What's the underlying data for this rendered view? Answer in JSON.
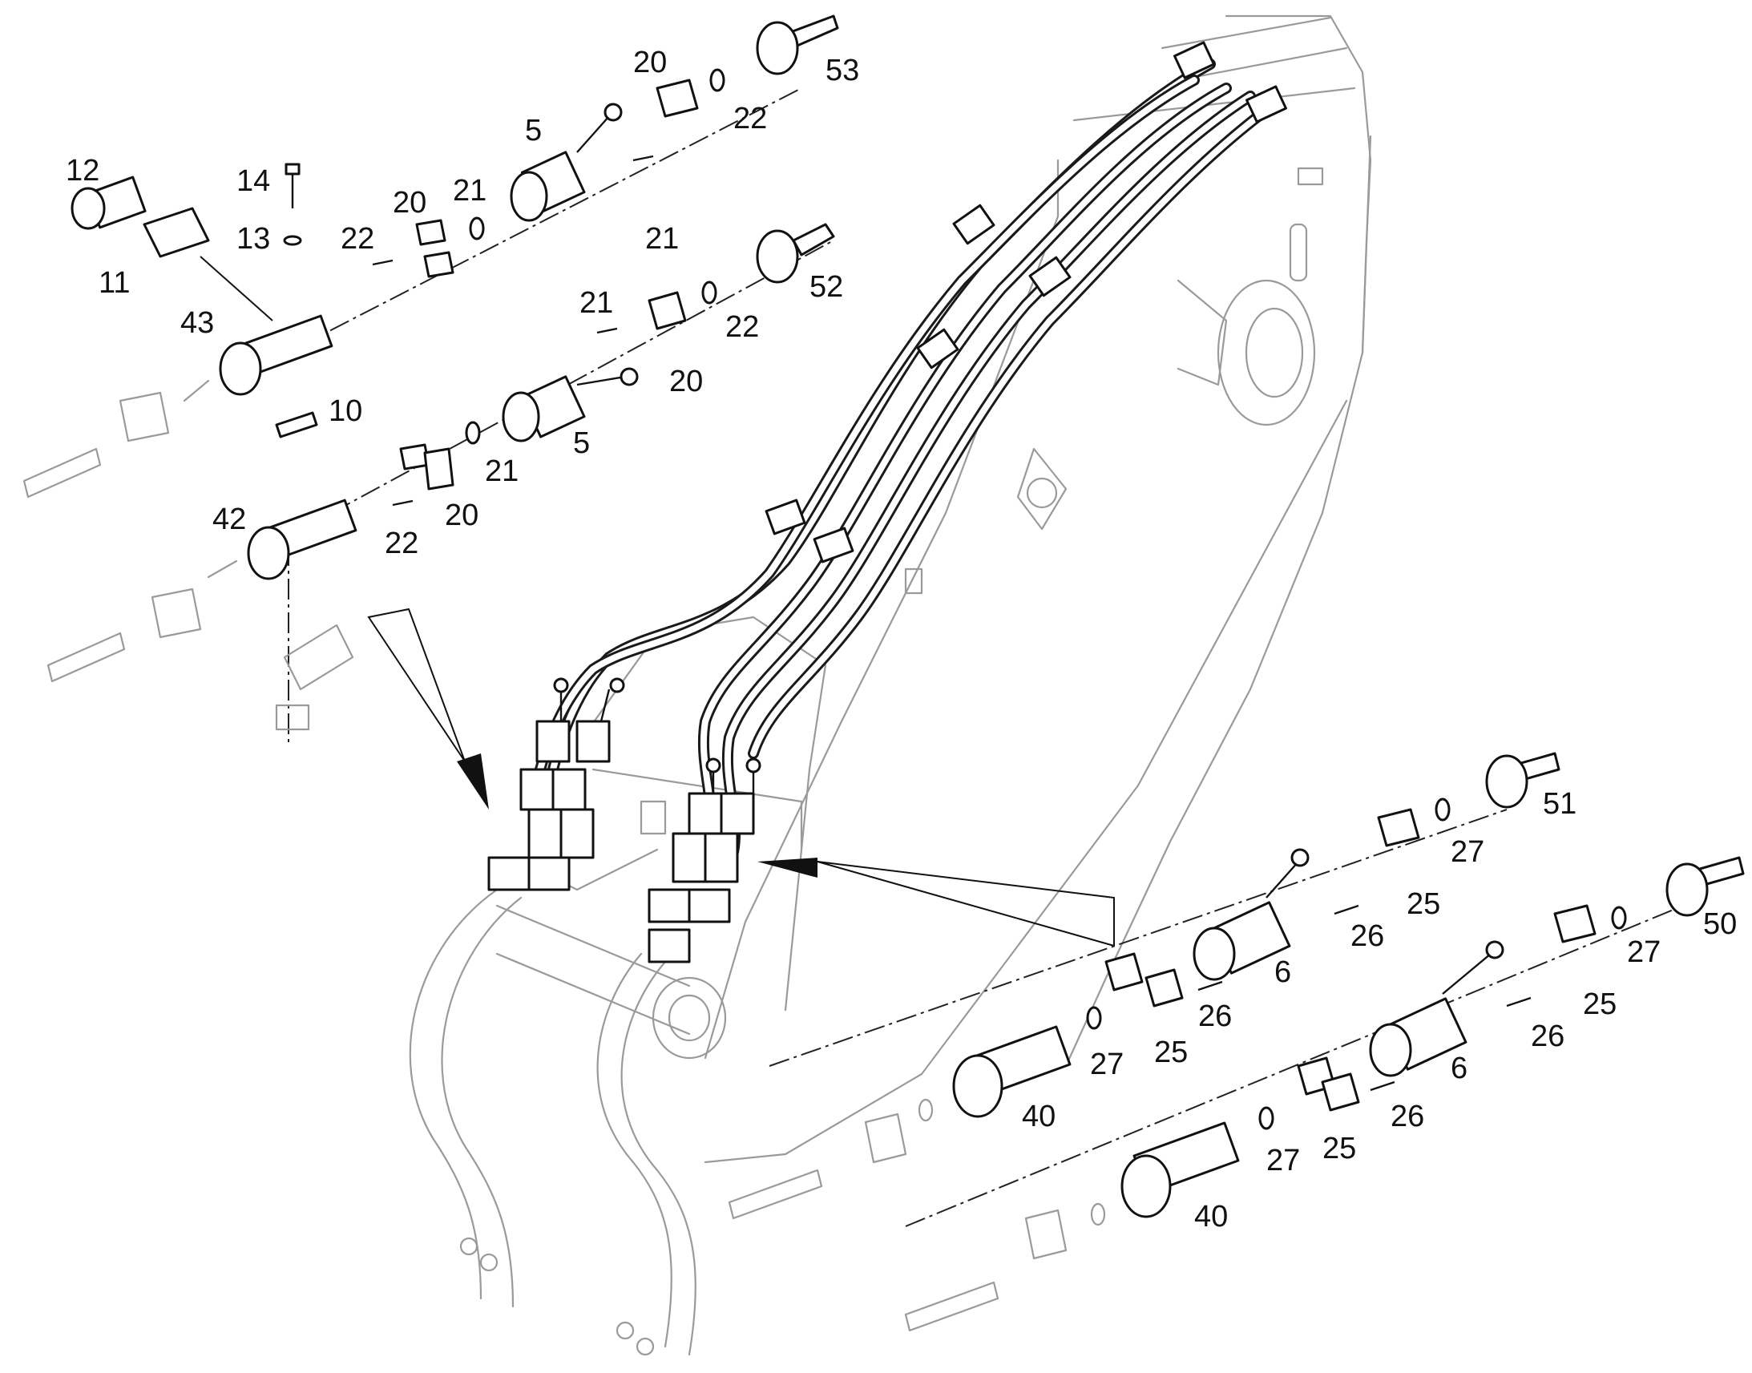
{
  "diagram": {
    "callouts": [
      {
        "id": "c53",
        "text": "53"
      },
      {
        "id": "c20a",
        "text": "20"
      },
      {
        "id": "c22a",
        "text": "22"
      },
      {
        "id": "c5a",
        "text": "5"
      },
      {
        "id": "c12",
        "text": "12"
      },
      {
        "id": "c14",
        "text": "14"
      },
      {
        "id": "c20b",
        "text": "20"
      },
      {
        "id": "c21a",
        "text": "21"
      },
      {
        "id": "c13",
        "text": "13"
      },
      {
        "id": "c22b",
        "text": "22"
      },
      {
        "id": "c21b",
        "text": "21"
      },
      {
        "id": "c11",
        "text": "11"
      },
      {
        "id": "c52",
        "text": "52"
      },
      {
        "id": "c43",
        "text": "43"
      },
      {
        "id": "c21c",
        "text": "21"
      },
      {
        "id": "c22c",
        "text": "22"
      },
      {
        "id": "c20c",
        "text": "20"
      },
      {
        "id": "c10",
        "text": "10"
      },
      {
        "id": "c5b",
        "text": "5"
      },
      {
        "id": "c21d",
        "text": "21"
      },
      {
        "id": "c20d",
        "text": "20"
      },
      {
        "id": "c42",
        "text": "42"
      },
      {
        "id": "c22d",
        "text": "22"
      },
      {
        "id": "c51",
        "text": "51"
      },
      {
        "id": "c27a",
        "text": "27"
      },
      {
        "id": "c25a",
        "text": "25"
      },
      {
        "id": "c26a",
        "text": "26"
      },
      {
        "id": "c50",
        "text": "50"
      },
      {
        "id": "c6a",
        "text": "6"
      },
      {
        "id": "c27b",
        "text": "27"
      },
      {
        "id": "c26b",
        "text": "26"
      },
      {
        "id": "c25b",
        "text": "25"
      },
      {
        "id": "c26c",
        "text": "26"
      },
      {
        "id": "c27c",
        "text": "27"
      },
      {
        "id": "c25c",
        "text": "25"
      },
      {
        "id": "c6b",
        "text": "6"
      },
      {
        "id": "c40a",
        "text": "40"
      },
      {
        "id": "c26d",
        "text": "26"
      },
      {
        "id": "c27d",
        "text": "27"
      },
      {
        "id": "c25d",
        "text": "25"
      },
      {
        "id": "c40b",
        "text": "40"
      }
    ]
  }
}
